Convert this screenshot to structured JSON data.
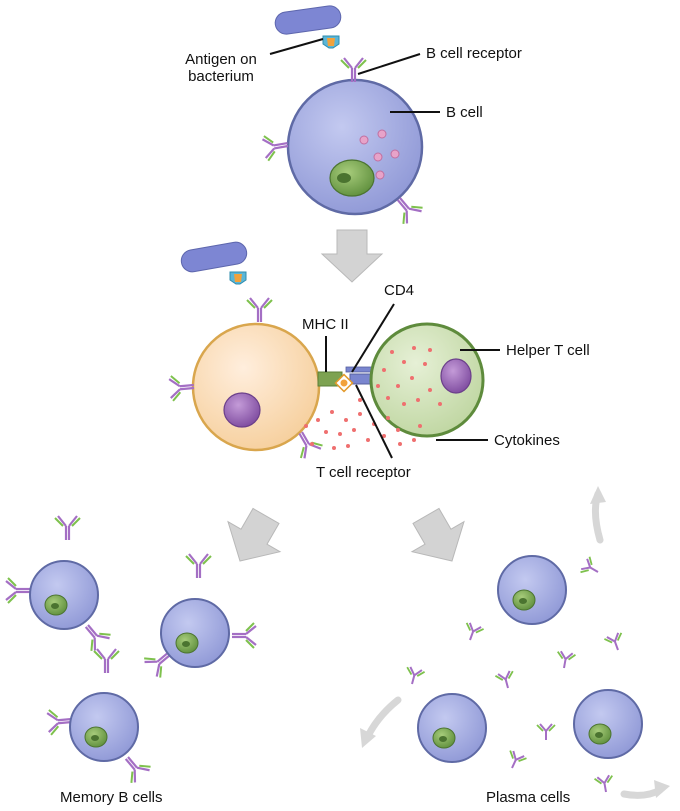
{
  "labels": {
    "antigen_line1": "Antigen on",
    "antigen_line2": "bacterium",
    "b_cell_receptor": "B cell receptor",
    "b_cell": "B cell",
    "cd4": "CD4",
    "mhc_ii": "MHC II",
    "helper_t_cell": "Helper T cell",
    "cytokines": "Cytokines",
    "t_cell_receptor": "T cell receptor",
    "memory_b_cells": "Memory B cells",
    "plasma_cells": "Plasma cells"
  },
  "colors": {
    "b_cell_fill": "#a6aee0",
    "b_cell_stroke": "#5f6aa5",
    "nucleus_green": "#7fa95a",
    "orange_cell_fill": "#fbdcb4",
    "orange_cell_stroke": "#d9a64d",
    "t_cell_fill": "#cfe2b5",
    "t_cell_stroke": "#5e8b3c",
    "purple_nucleus": "#9a6ab6",
    "cytokine_dots": "#ef6f6f",
    "arrow_gray": "#cfcfcf",
    "antibody_purple": "#a46fc4",
    "antibody_green": "#7ec14d",
    "bacterium": "#7d86d3"
  }
}
